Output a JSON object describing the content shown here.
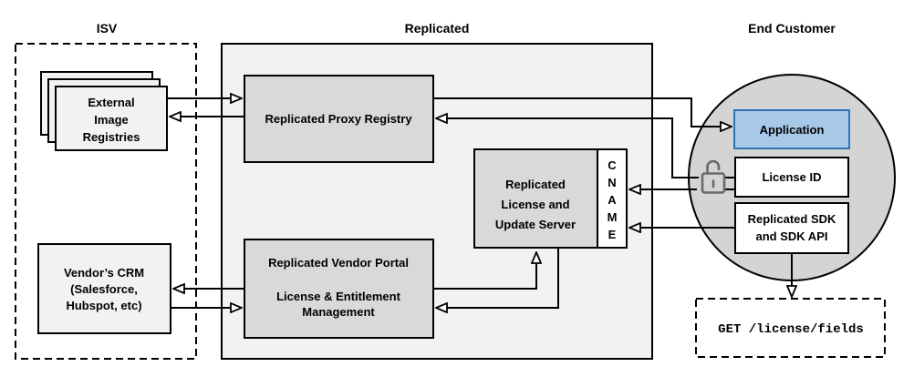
{
  "diagram": {
    "title_sections": {
      "isv": "ISV",
      "replicated": "Replicated",
      "end_customer": "End Customer"
    },
    "nodes": {
      "external_image_registries": {
        "line1": "External",
        "line2": "Image",
        "line3": "Registries"
      },
      "vendors_crm": {
        "line1": "Vendor’s CRM",
        "line2": "(Salesforce,",
        "line3": "Hubspot, etc)"
      },
      "proxy_registry": {
        "label": "Replicated Proxy Registry"
      },
      "license_update_server": {
        "line1": "Replicated",
        "line2": "License and",
        "line3": "Update Server"
      },
      "cname": {
        "letter1": "C",
        "letter2": "N",
        "letter3": "A",
        "letter4": "M",
        "letter5": "E"
      },
      "vendor_portal": {
        "line1": "Replicated Vendor Portal",
        "line2": "License & Entitlement",
        "line3": "Management"
      },
      "application": {
        "label": "Application"
      },
      "license_id": {
        "label": "License ID"
      },
      "replicated_sdk": {
        "line1": "Replicated SDK",
        "line2": "and SDK API"
      },
      "get_endpoint": {
        "label": "GET /license/fields"
      }
    },
    "colors": {
      "node_fill_gray": "#d9d9d9",
      "panel_fill": "#f2f2f2",
      "light_node_fill": "#f2f2f2",
      "circle_fill": "#d4d4d4",
      "white_fill": "#ffffff",
      "application_fill": "#a8c8e8",
      "application_stroke": "#2e74b5",
      "application_text": "#2264a7",
      "line_color": "#000000",
      "lock_color": "#6a6a6a"
    }
  }
}
